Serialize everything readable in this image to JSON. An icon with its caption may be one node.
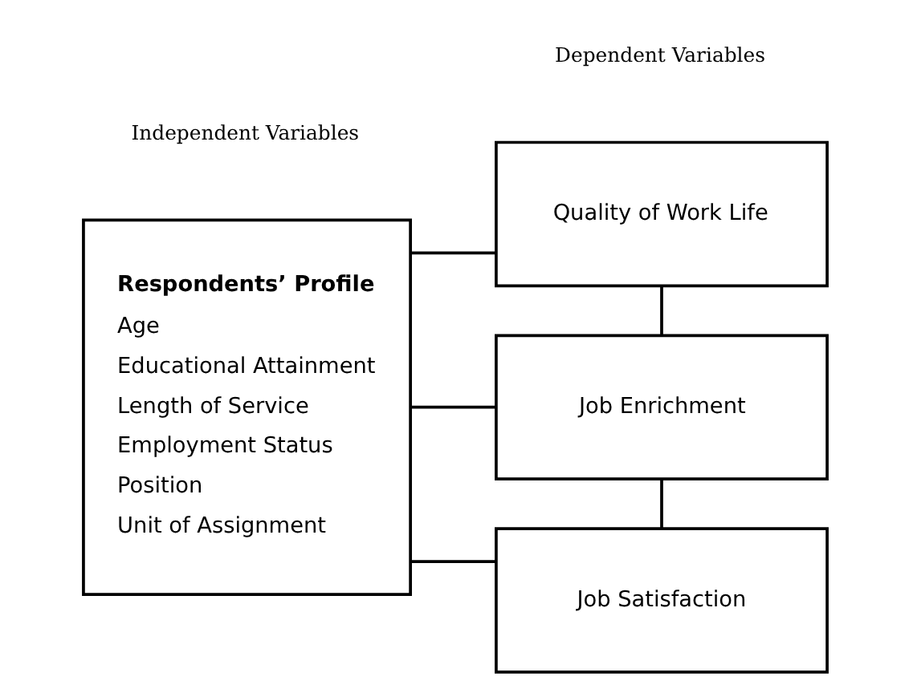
{
  "diagram": {
    "nodes": [
      {
        "text": [
          "Respondents’ Profile",
          "Age",
          "Educational Attainment",
          "Length of Service",
          "Employment Status",
          "Position",
          "Unit of Assignment"
        ]
      },
      {
        "text": [
          "Quality of Work Life"
        ]
      },
      {
        "text": [
          "Job Enrichment"
        ]
      },
      {
        "text": [
          "Job Satisfaction"
        ]
      }
    ],
    "edges": [
      {
        "from": 0,
        "to": 1,
        "arrow": "none"
      },
      {
        "from": 0,
        "to": 2,
        "arrow": "none"
      },
      {
        "from": 0,
        "to": 3,
        "arrow": "none"
      },
      {
        "from": 1,
        "to": 2,
        "arrow": "none"
      },
      {
        "from": 2,
        "to": 3,
        "arrow": "none"
      }
    ],
    "labels": [
      "Independent Variables",
      "Dependent Variables"
    ]
  }
}
